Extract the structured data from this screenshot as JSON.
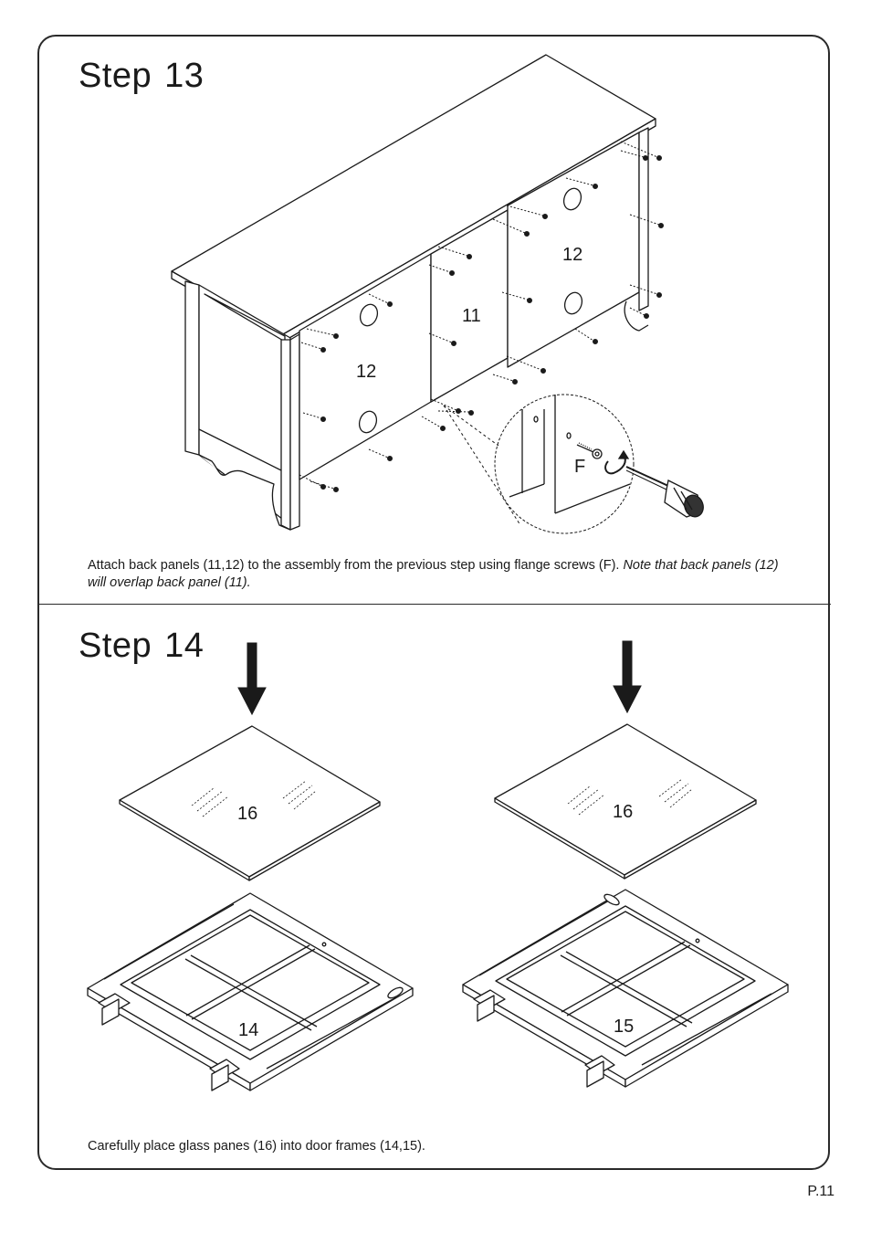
{
  "step13": {
    "title_word": "Step",
    "title_number": "13",
    "instruction_plain": "Attach back panels (11,12) to the assembly from the previous step using flange screws (F).",
    "instruction_italic": "Note that back panels (12) will overlap back panel (11).",
    "labels": {
      "panel_left": "12",
      "panel_center": "11",
      "panel_right": "12",
      "screw": "F"
    }
  },
  "step14": {
    "title_word": "Step",
    "title_number": "14",
    "instruction": "Carefully place glass panes (16) into door frames (14,15).",
    "labels": {
      "glass_left": "16",
      "glass_right": "16",
      "frame_left": "14",
      "frame_right": "15"
    }
  },
  "page_number": "P.11"
}
